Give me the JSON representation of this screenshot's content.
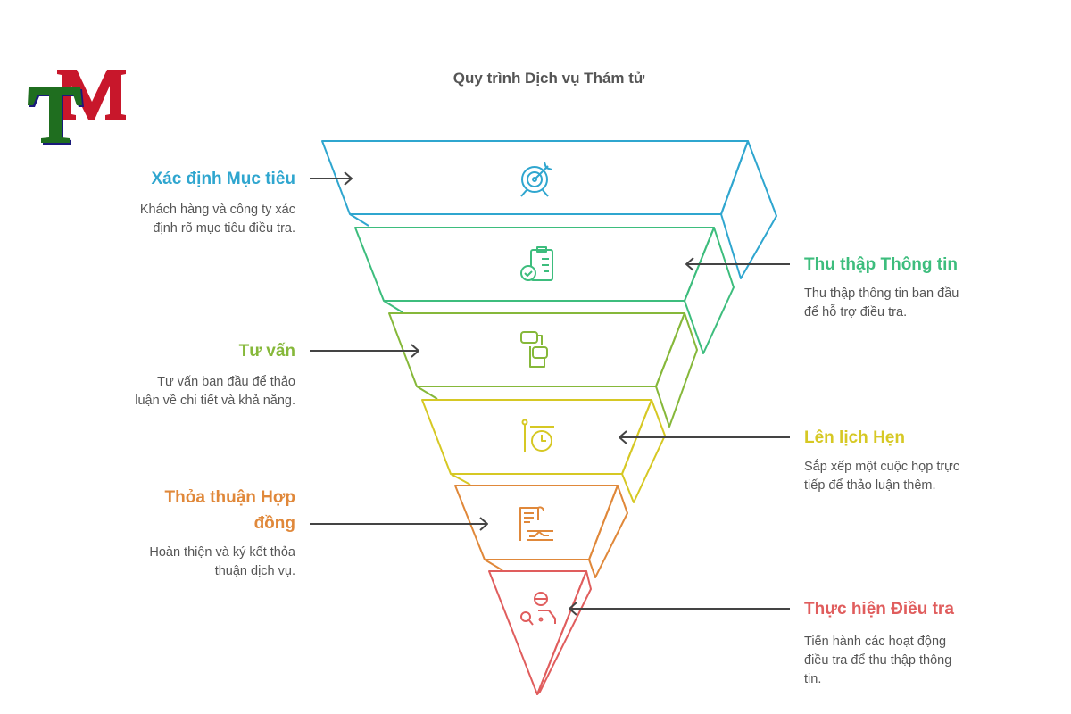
{
  "logo": {
    "text": "TM",
    "colors": {
      "t": "#1f6e1f",
      "m": "#c8172b"
    }
  },
  "title": "Quy trình Dịch vụ Thám tử",
  "steps": [
    {
      "heading": "Xác định Mục tiêu",
      "desc": [
        "Khách hàng và công ty xác",
        "định rõ mục tiêu điều tra."
      ],
      "color": "#2fa6cf",
      "icon": "target-icon",
      "side": "left"
    },
    {
      "heading": "Thu thập Thông tin",
      "desc": [
        "Thu thập thông tin ban đầu",
        "để hỗ trợ điều tra."
      ],
      "color": "#3dbd7d",
      "icon": "clipboard-check-icon",
      "side": "right"
    },
    {
      "heading": "Tư vấn",
      "desc": [
        "Tư vấn ban đầu để thảo",
        "luận về chi tiết và khả năng."
      ],
      "color": "#86b83a",
      "icon": "chat-phone-icon",
      "side": "left"
    },
    {
      "heading": "Lên lịch Hẹn",
      "desc": [
        "Sắp xếp một cuộc họp trực",
        "tiếp để thảo luận thêm."
      ],
      "color": "#d6c824",
      "icon": "stopwatch-icon",
      "side": "right"
    },
    {
      "heading": [
        "Thỏa thuận Hợp",
        "đồng"
      ],
      "desc": [
        "Hoàn thiện và ký kết thỏa",
        "thuận dịch vụ."
      ],
      "color": "#e0883a",
      "icon": "contract-handshake-icon",
      "side": "left"
    },
    {
      "heading": "Thực hiện Điều tra",
      "desc": [
        "Tiến hành các hoạt động",
        "điều tra để thu thập thông",
        "tin."
      ],
      "color": "#e05d5d",
      "icon": "detective-icon",
      "side": "right"
    }
  ]
}
